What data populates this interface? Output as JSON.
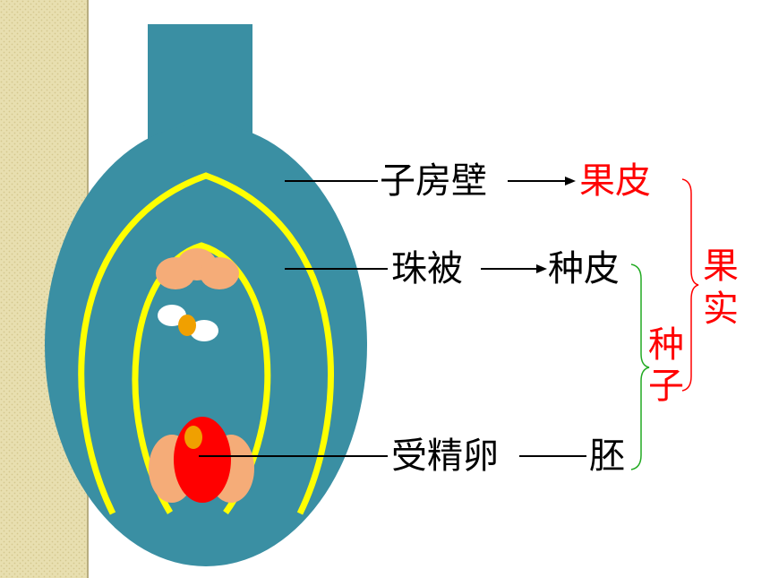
{
  "labels": {
    "ovary_wall": "子房壁",
    "pericarp": "果皮",
    "integument": "珠被",
    "seed_coat": "种皮",
    "fertilized_egg": "受精卵",
    "embryo": "胚",
    "fruit": "果实",
    "seed": "种子"
  },
  "colors": {
    "ovary": "#3a8fa3",
    "wall_line": "#ffff00",
    "highlight": "#ff0000",
    "seed_bracket": "#22aa22",
    "text": "#000000",
    "cells": "#f5ac78",
    "egg": "#ff0000",
    "nucleus": "#f0a000",
    "side_strip": "#e8dfb0"
  }
}
